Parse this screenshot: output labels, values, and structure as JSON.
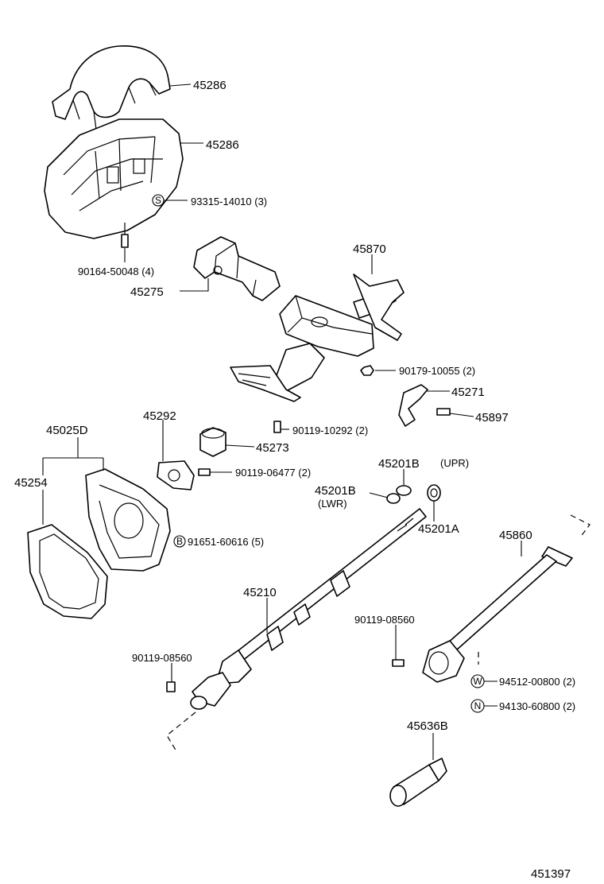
{
  "diagram_id": "451397",
  "parts": {
    "p45286a": "45286",
    "p45286b": "45286",
    "p93315": "93315-14010 (3)",
    "p90164": "90164-50048 (4)",
    "p45275": "45275",
    "p45870": "45870",
    "p90179": "90179-10055 (2)",
    "p45271": "45271",
    "p45897": "45897",
    "p90119_10292": "90119-10292 (2)",
    "p45292": "45292",
    "p45273": "45273",
    "p90119_06477": "90119-06477 (2)",
    "p45025D": "45025D",
    "p45254": "45254",
    "p45201B_upr": "45201B",
    "upr_note": "(UPR)",
    "p45201B_lwr": "45201B",
    "lwr_note": "(LWR)",
    "p45201A": "45201A",
    "p91651": "91651-60616 (5)",
    "p45860": "45860",
    "p45210": "45210",
    "p90119_08560a": "90119-08560",
    "p90119_08560b": "90119-08560",
    "p94512": "94512-00800 (2)",
    "p94130": "94130-60800 (2)",
    "p45636B": "45636B"
  },
  "badges": {
    "s": "S",
    "b": "B",
    "w": "W",
    "n": "N"
  }
}
